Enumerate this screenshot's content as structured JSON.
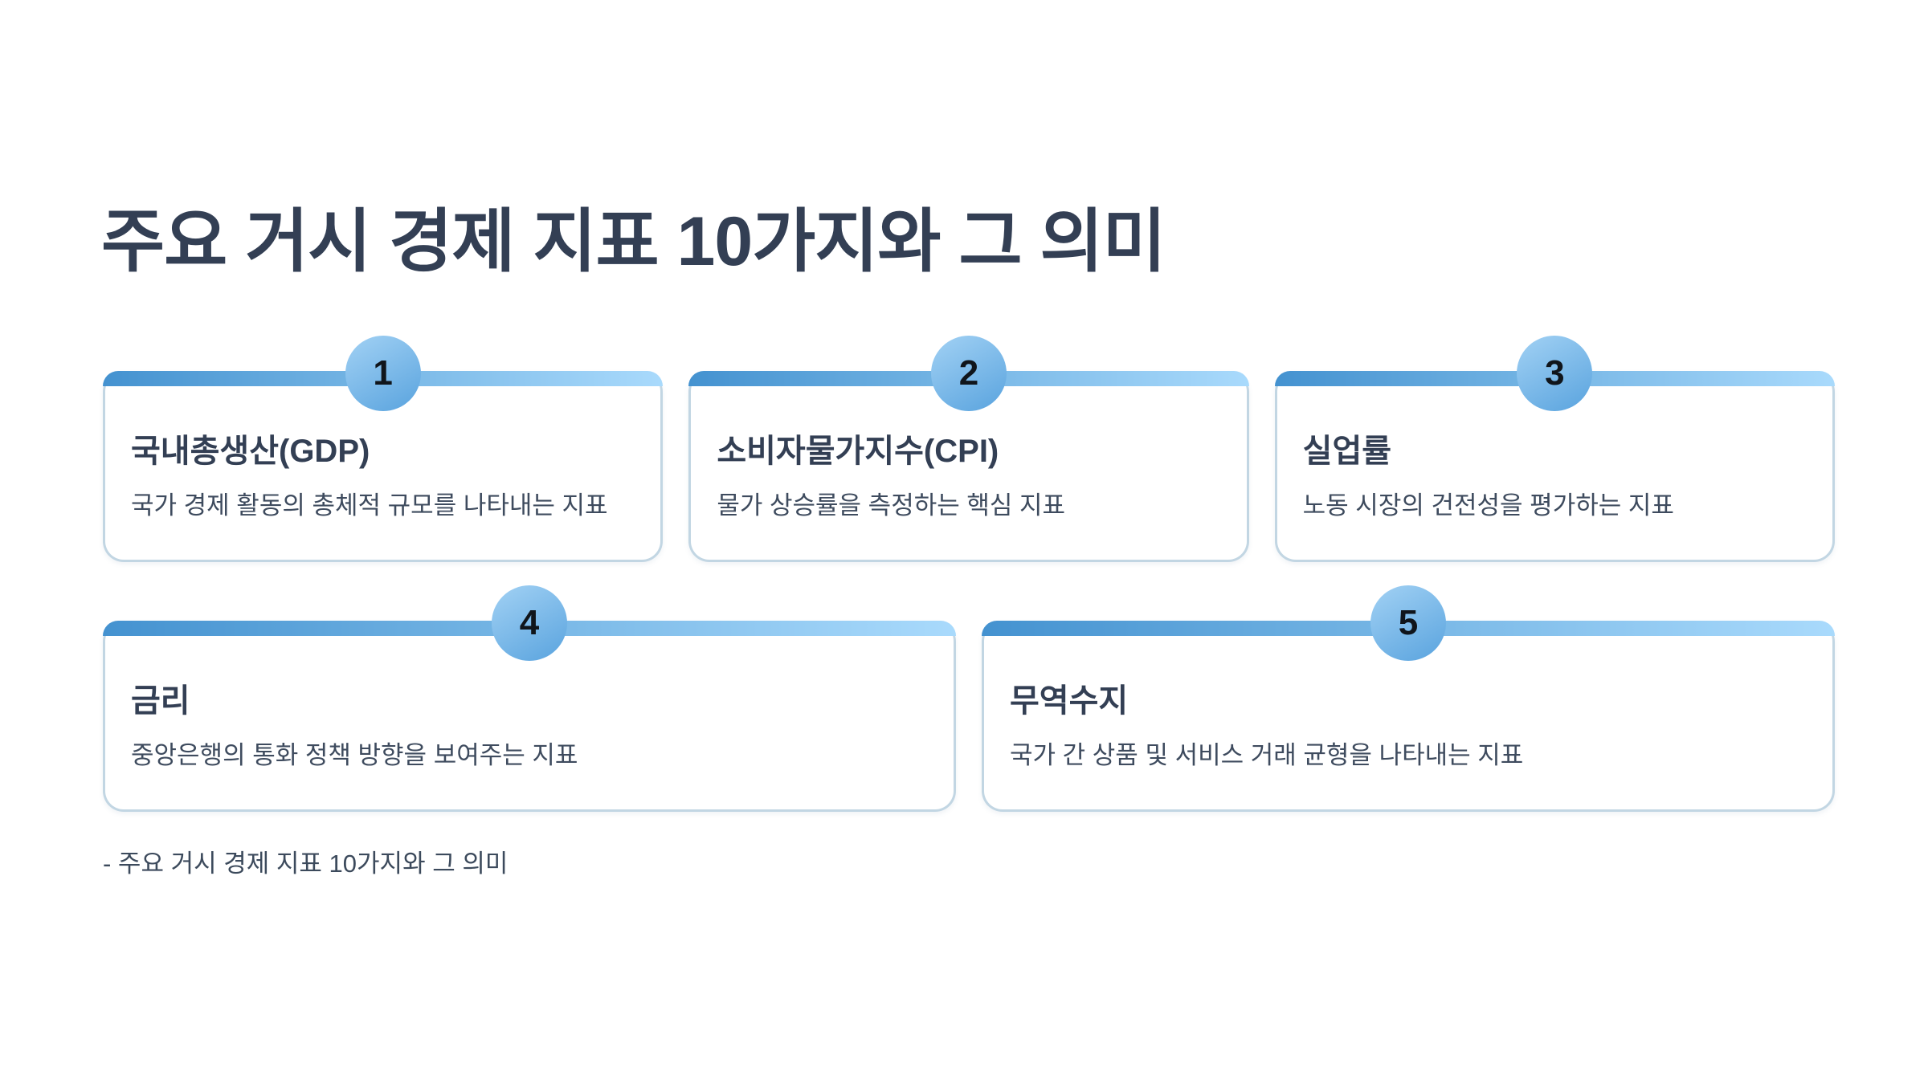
{
  "page": {
    "title": "주요 거시 경제 지표 10가지와 그 의미",
    "footer": "- 주요 거시 경제 지표 10가지와 그 의미"
  },
  "colors": {
    "background": "#ffffff",
    "title_text": "#333f54",
    "card_title_text": "#333f54",
    "card_desc_text": "#3e4b5e",
    "card_border": "#c2d6e3",
    "card_background": "#ffffff",
    "bar_gradient_start": "#4492d0",
    "bar_gradient_end": "#a9dafc",
    "badge_gradient_start": "#9bcdf2",
    "badge_gradient_end": "#5fa7e0",
    "badge_number_text": "#10151b"
  },
  "cards": [
    {
      "number": "1",
      "title": "국내총생산(GDP)",
      "description": "국가 경제 활동의 총체적 규모를 나타내는 지표"
    },
    {
      "number": "2",
      "title": "소비자물가지수(CPI)",
      "description": "물가 상승률을 측정하는 핵심 지표"
    },
    {
      "number": "3",
      "title": "실업률",
      "description": "노동 시장의 건전성을 평가하는 지표"
    },
    {
      "number": "4",
      "title": "금리",
      "description": "중앙은행의 통화 정책 방향을 보여주는 지표"
    },
    {
      "number": "5",
      "title": "무역수지",
      "description": "국가 간 상품 및 서비스 거래 균형을 나타내는 지표"
    }
  ]
}
